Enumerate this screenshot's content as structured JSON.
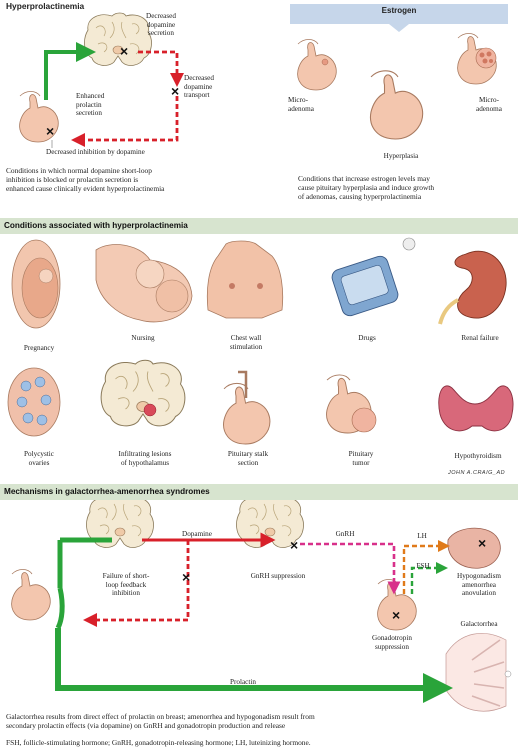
{
  "top_left": {
    "title": "Hyperprolactinemia",
    "decreased_secretion": "Decreased\ndopamine\nsecretion",
    "decreased_transport": "Decreased\ndopamine\ntransport",
    "enhanced_prolactin": "Enhanced\nprolactin\nsecretion",
    "decreased_inhibition": "Decreased inhibition by dopamine",
    "caption": "Conditions in which normal dopamine short-loop\ninhibition is blocked or prolactin secretion is\nenhanced cause clinically evident hyperprolactinemia"
  },
  "top_right": {
    "banner": "Estrogen",
    "micro_left": "Micro-\nadenoma",
    "micro_right": "Micro-\nadenoma",
    "hyperplasia": "Hyperplasia",
    "caption": "Conditions that increase estrogen levels may\ncause pituitary hyperplasia and induce growth\nof adenomas, causing hyperprolactinemia"
  },
  "conditions": {
    "header": "Conditions associated with hyperprolactinemia",
    "row1": [
      "Pregnancy",
      "Nursing",
      "Chest wall\nstimulation",
      "Drugs",
      "Renal failure"
    ],
    "row2": [
      "Polycystic\novaries",
      "Infiltrating lesions\nof hypothalamus",
      "Pituitary stalk\nsection",
      "Pituitary\ntumor",
      "Hypothyroidism"
    ],
    "signature": "JOHN A.CRAIG_AD"
  },
  "mechanisms": {
    "header": "Mechanisms in galactorrhea-amenorrhea syndromes",
    "dopamine": "Dopamine",
    "gnrh": "GnRH",
    "lh": "LH",
    "fsh": "FSH",
    "failure": "Failure of short-\nloop feedback\ninhibition",
    "gnrh_suppression": "GnRH suppression",
    "hypogonadism": "Hypogonadism\namenorrhea\nanovulation",
    "gonadotropin": "Gonadotropin\nsuppression",
    "galactorrhea": "Galactorrhea",
    "prolactin": "Prolactin",
    "caption": "Galactorrhea results from direct effect of prolactin on breast; amenorrhea and hypogonadism result from\nsecondary prolactin effects (via dopamine) on GnRH and gonadotropin production and release",
    "abbrev": "FSH, follicle-stimulating hormone; GnRH, gonadotropin-releasing hormone; LH, luteinizing hormone."
  },
  "colors": {
    "green": "#2aa43a",
    "red": "#d8202a",
    "magenta": "#d8308a",
    "orange": "#e07a1a",
    "header_bg": "#d7e4cf",
    "banner_bg": "#c6d6ea"
  }
}
